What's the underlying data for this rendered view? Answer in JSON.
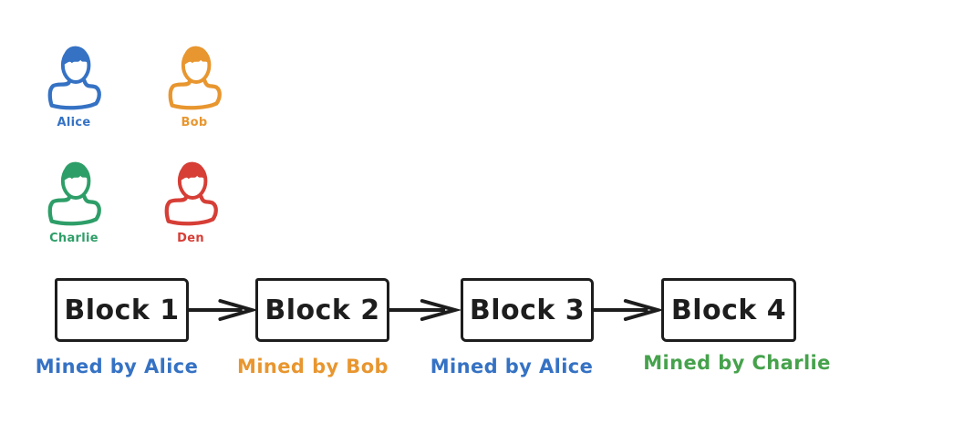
{
  "diagram": {
    "background": "#ffffff",
    "stroke_color": "#1d1d1d",
    "style": "hand-drawn"
  },
  "icons": {
    "person": "person-icon",
    "arrow": "arrow-right-icon"
  },
  "people": [
    {
      "name": "Alice",
      "color": "#3572c4"
    },
    {
      "name": "Bob",
      "color": "#e8962f"
    },
    {
      "name": "Charlie",
      "color": "#2e9e68"
    },
    {
      "name": "Den",
      "color": "#d63e36"
    }
  ],
  "blockchain": {
    "blocks": [
      {
        "label": "Block 1",
        "miner_label": "Mined by Alice",
        "miner_color": "#3572c4"
      },
      {
        "label": "Block 2",
        "miner_label": "Mined by Bob",
        "miner_color": "#e8962f"
      },
      {
        "label": "Block 3",
        "miner_label": "Mined by Alice",
        "miner_color": "#3572c4"
      },
      {
        "label": "Block 4",
        "miner_label": "Mined by Charlie",
        "miner_color": "#46a24c"
      }
    ],
    "arrow_count": 3
  }
}
